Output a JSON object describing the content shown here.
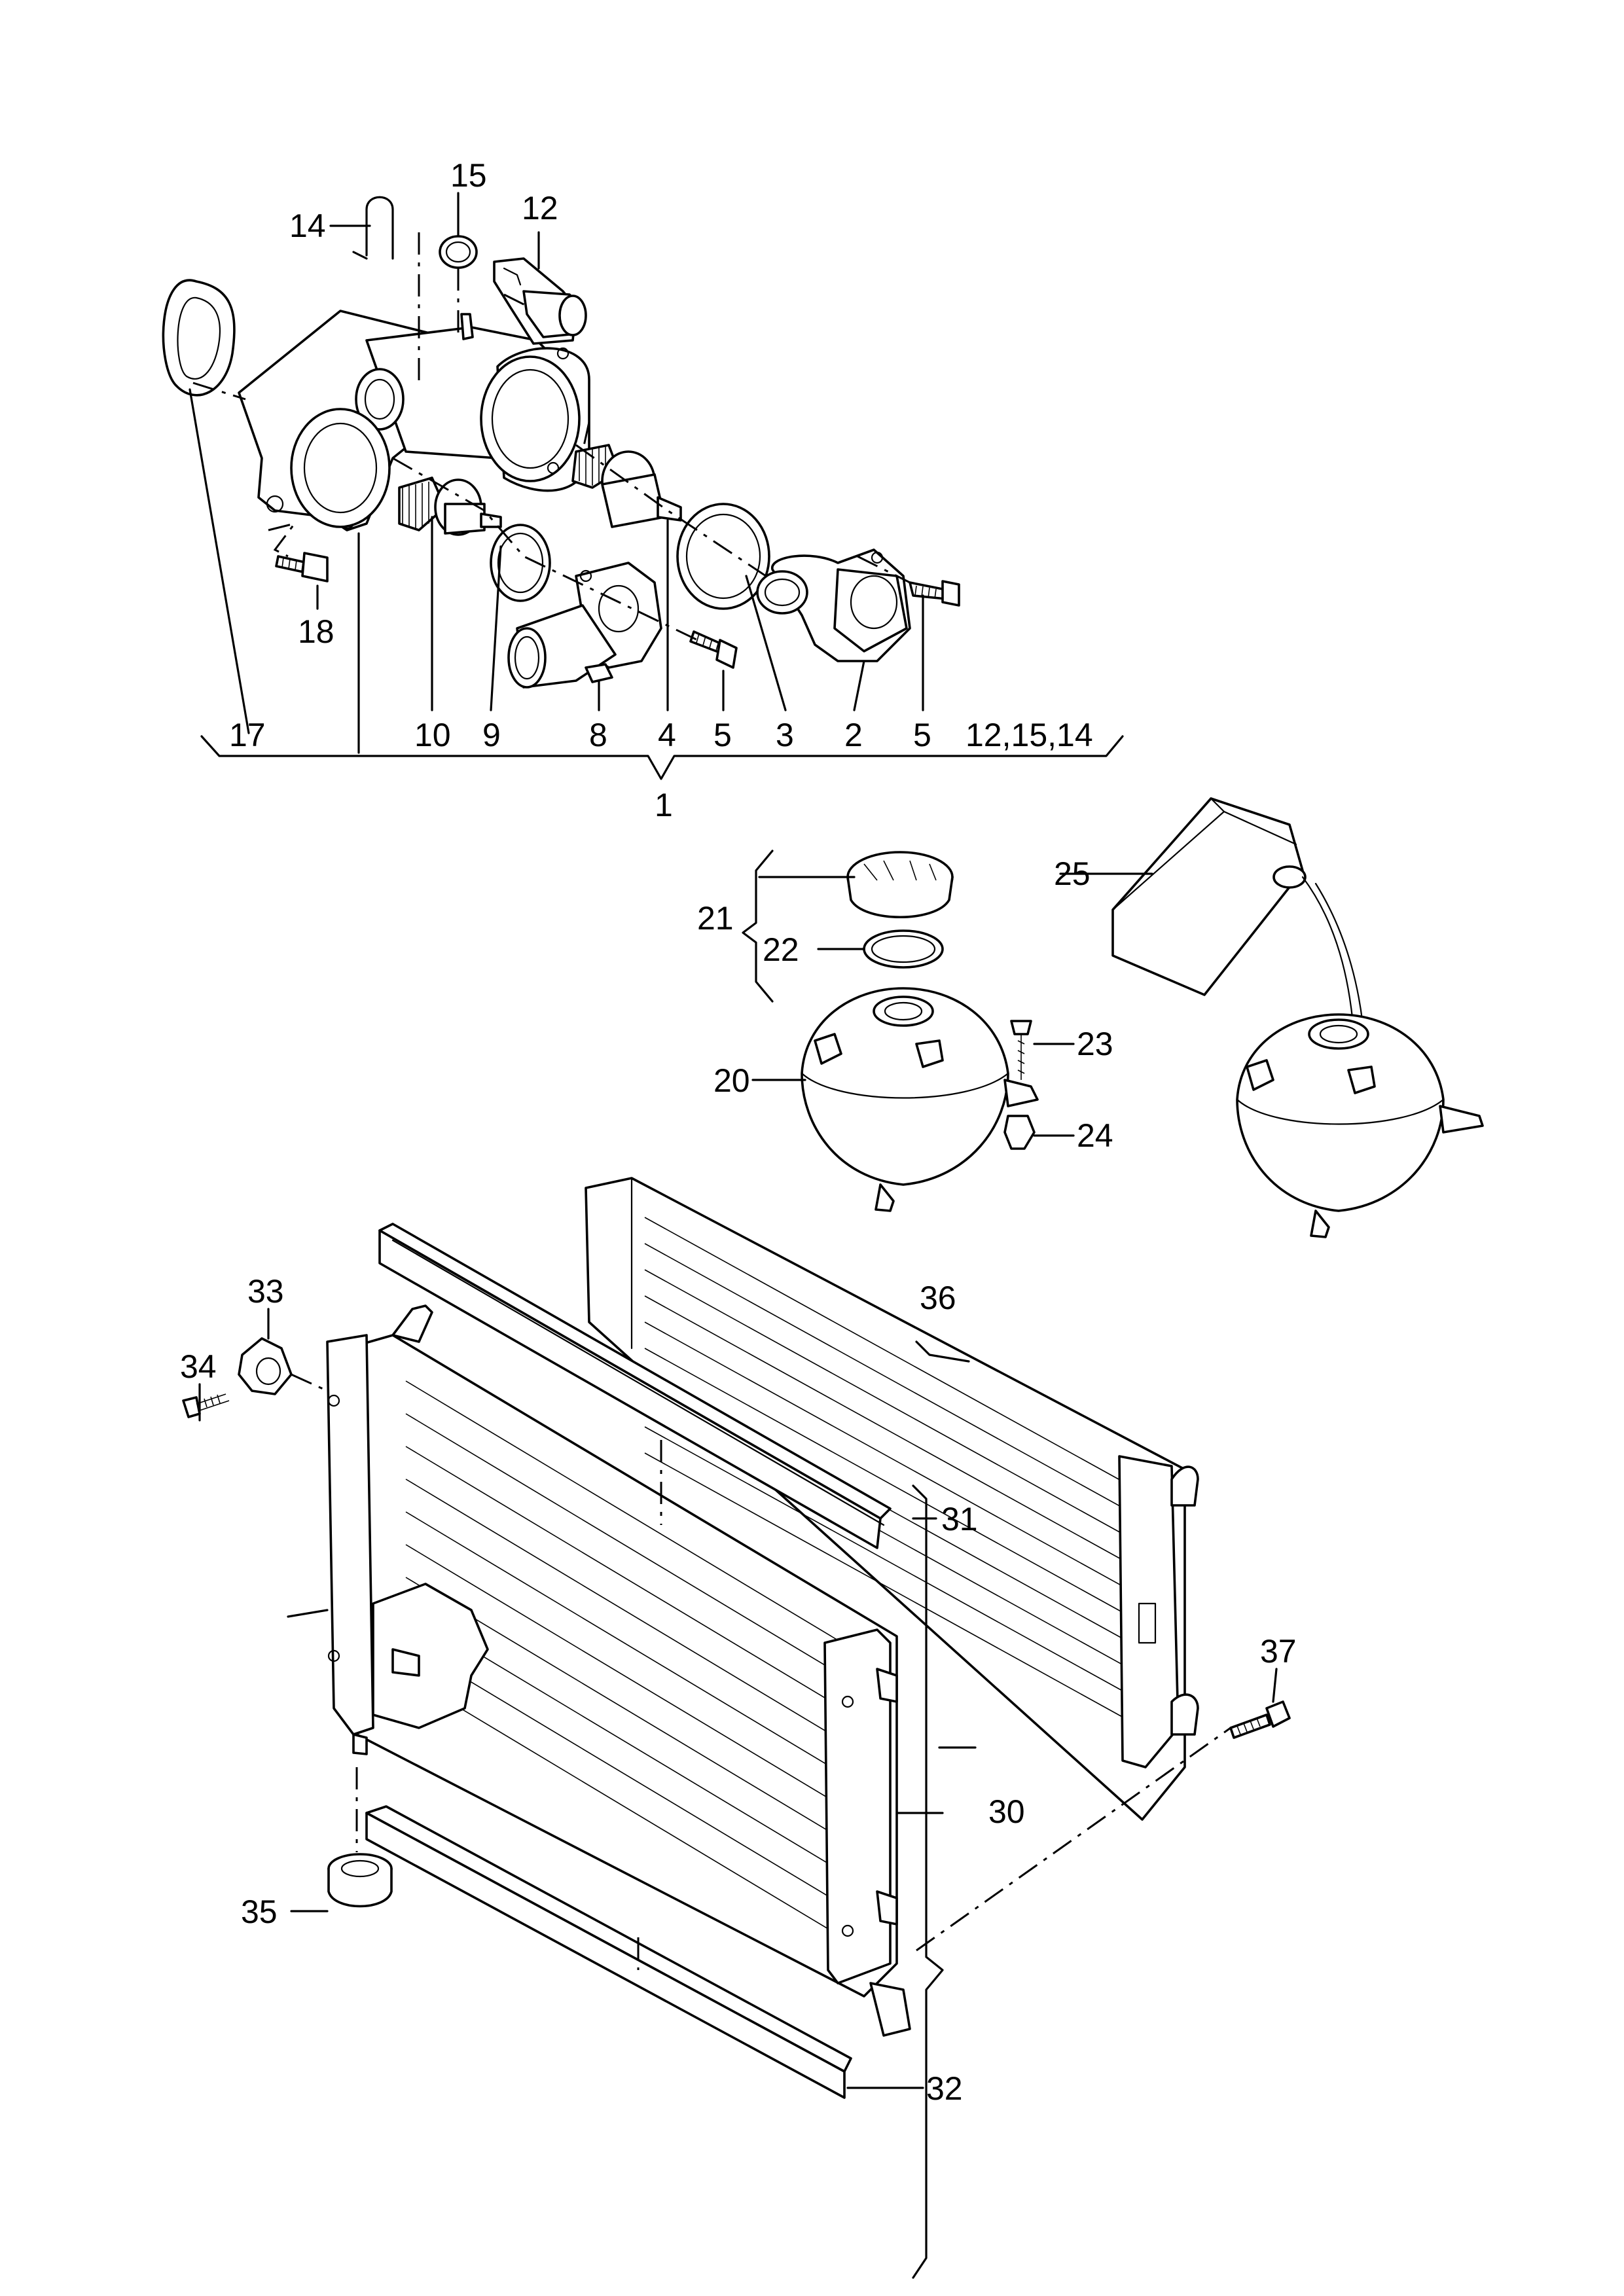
{
  "callouts": {
    "c1": "1",
    "c2": "2",
    "c3": "3",
    "c4": "4",
    "c5a": "5",
    "c5b": "5",
    "c8": "8",
    "c9": "9",
    "c10": "10",
    "c12": "12",
    "c14": "14",
    "c15": "15",
    "c17": "17",
    "c18": "18",
    "c12_15_14": "12,15,14",
    "c20": "20",
    "c21": "21",
    "c22": "22",
    "c23": "23",
    "c24": "24",
    "c25": "25",
    "c30": "30",
    "c31": "31",
    "c32": "32",
    "c33": "33",
    "c34": "34",
    "c35": "35",
    "c36": "36",
    "c37": "37"
  }
}
